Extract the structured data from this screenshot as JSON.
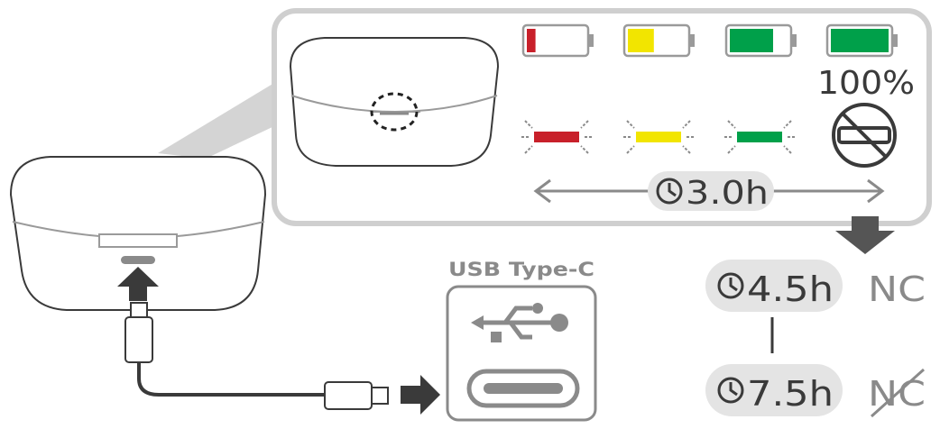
{
  "connector": {
    "title": "USB Type-C"
  },
  "charging": {
    "full_label": "100%",
    "duration_partial": "3.0h",
    "battery_levels": [
      0.15,
      0.45,
      0.75,
      1.0
    ],
    "led_colors": [
      "#c8202a",
      "#f2e500",
      "#00a04a"
    ]
  },
  "modes": [
    {
      "duration": "4.5h",
      "label": "NC",
      "nc_crossed": false
    },
    {
      "duration": "7.5h",
      "label": "NC",
      "nc_crossed": true
    }
  ],
  "colors": {
    "outline": "#3a3a3a",
    "panel_border": "#cfcfcf",
    "gray": "#7a7a7a",
    "pill": "#e4e4e4",
    "red": "#c8202a",
    "yellow": "#f2e500",
    "green": "#00a04a"
  }
}
